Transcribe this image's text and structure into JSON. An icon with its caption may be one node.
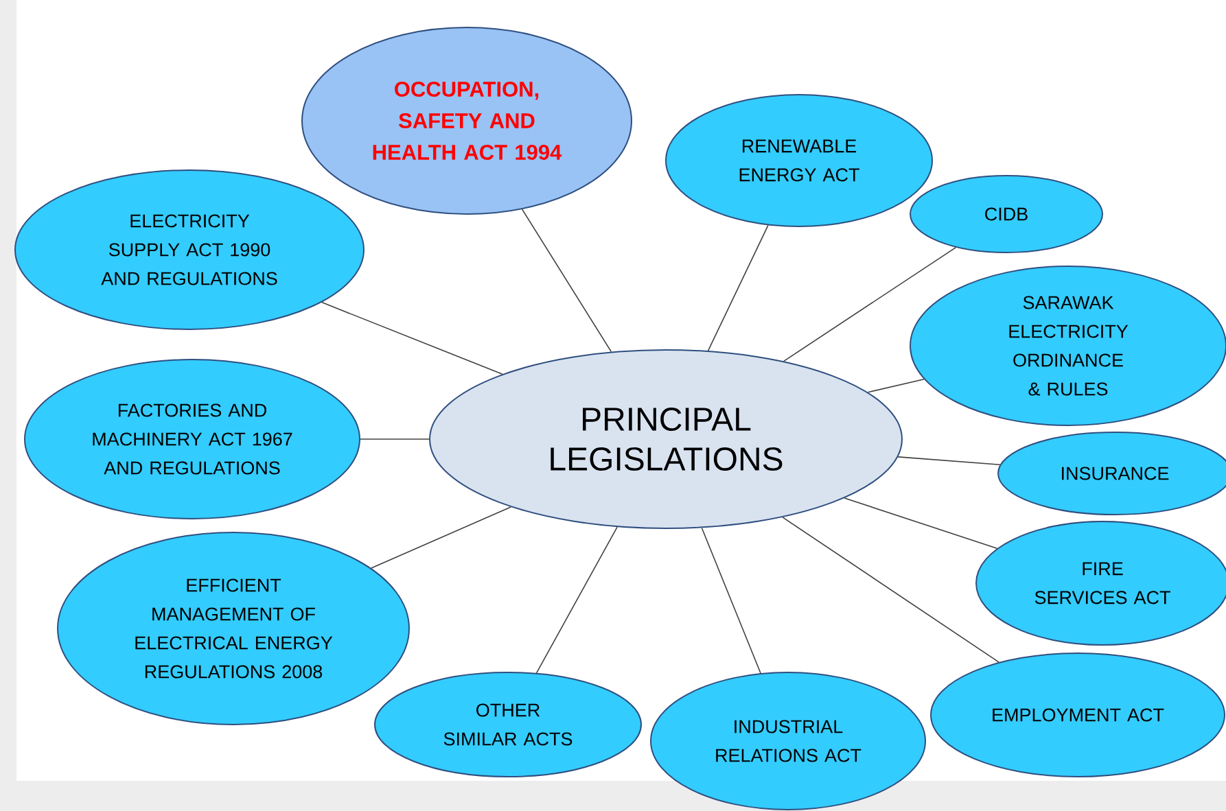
{
  "diagram": {
    "nodes": [
      {
        "text": [
          "PRINCIPAL LEGISLATIONS"
        ]
      },
      {
        "text": [
          "OCCUPATION, SAFETY AND HEALTH ACT 1994"
        ]
      },
      {
        "text": [
          "RENEWABLE ENERGY ACT"
        ]
      },
      {
        "text": [
          "CIDB"
        ]
      },
      {
        "text": [
          "ELECTRICITY SUPPLY ACT 1990 AND REGULATIONS"
        ]
      },
      {
        "text": [
          "SARAWAK ELECTRICITY ORDINANCE & RULES"
        ]
      },
      {
        "text": [
          "FACTORIES AND MACHINERY ACT 1967 AND REGULATIONS"
        ]
      },
      {
        "text": [
          "INSURANCE"
        ]
      },
      {
        "text": [
          "EFFICIENT MANAGEMENT OF ELECTRICAL ENERGY REGULATIONS 2008"
        ]
      },
      {
        "text": [
          "FIRE SERVICES ACT"
        ]
      },
      {
        "text": [
          "OTHER SIMILAR ACTS"
        ]
      },
      {
        "text": [
          "INDUSTRIAL RELATIONS ACT"
        ]
      },
      {
        "text": [
          "EMPLOYMENT ACT"
        ]
      }
    ],
    "edges": [
      {
        "from": 0,
        "to": 1,
        "arrow": "none"
      },
      {
        "from": 0,
        "to": 2,
        "arrow": "none"
      },
      {
        "from": 0,
        "to": 3,
        "arrow": "none"
      },
      {
        "from": 0,
        "to": 4,
        "arrow": "none"
      },
      {
        "from": 0,
        "to": 5,
        "arrow": "none"
      },
      {
        "from": 0,
        "to": 6,
        "arrow": "none"
      },
      {
        "from": 0,
        "to": 7,
        "arrow": "none"
      },
      {
        "from": 0,
        "to": 8,
        "arrow": "none"
      },
      {
        "from": 0,
        "to": 9,
        "arrow": "none"
      },
      {
        "from": 0,
        "to": 10,
        "arrow": "none"
      },
      {
        "from": 0,
        "to": 11,
        "arrow": "none"
      },
      {
        "from": 0,
        "to": 12,
        "arrow": "none"
      }
    ]
  }
}
